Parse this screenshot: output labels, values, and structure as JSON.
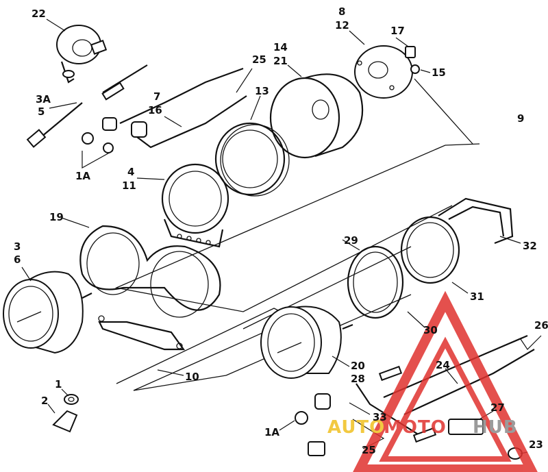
{
  "callouts": [
    {
      "id": "c22",
      "text": "22"
    },
    {
      "id": "c3A",
      "text": "3A"
    },
    {
      "id": "c5",
      "text": "5"
    },
    {
      "id": "c7",
      "text": "7"
    },
    {
      "id": "c16",
      "text": "16"
    },
    {
      "id": "c25a",
      "text": "25"
    },
    {
      "id": "c13",
      "text": "13"
    },
    {
      "id": "c14",
      "text": "14"
    },
    {
      "id": "c21",
      "text": "21"
    },
    {
      "id": "c8",
      "text": "8"
    },
    {
      "id": "c12",
      "text": "12"
    },
    {
      "id": "c17",
      "text": "17"
    },
    {
      "id": "c15",
      "text": "15"
    },
    {
      "id": "c9",
      "text": "9"
    },
    {
      "id": "c1Aa",
      "text": "1A"
    },
    {
      "id": "c4",
      "text": "4"
    },
    {
      "id": "c11",
      "text": "11"
    },
    {
      "id": "c19",
      "text": "19"
    },
    {
      "id": "c3",
      "text": "3"
    },
    {
      "id": "c6",
      "text": "6"
    },
    {
      "id": "c29",
      "text": "29"
    },
    {
      "id": "c32",
      "text": "32"
    },
    {
      "id": "c31",
      "text": "31"
    },
    {
      "id": "c30",
      "text": "30"
    },
    {
      "id": "c10",
      "text": "10"
    },
    {
      "id": "c20",
      "text": "20"
    },
    {
      "id": "c28",
      "text": "28"
    },
    {
      "id": "c24",
      "text": "24"
    },
    {
      "id": "c26",
      "text": "26"
    },
    {
      "id": "c1",
      "text": "1"
    },
    {
      "id": "c2",
      "text": "2"
    },
    {
      "id": "c33",
      "text": "33"
    },
    {
      "id": "c27",
      "text": "27"
    },
    {
      "id": "c1Ab",
      "text": "1A"
    },
    {
      "id": "c25b",
      "text": "25"
    },
    {
      "id": "c23",
      "text": "23"
    }
  ],
  "watermark": {
    "part1": "AUTO",
    "part2": "MOTO",
    "part3": "HUB",
    "color_red": "#e0322f",
    "color_gray": "#8a8a8a",
    "color_yellow": "#f0c020"
  }
}
